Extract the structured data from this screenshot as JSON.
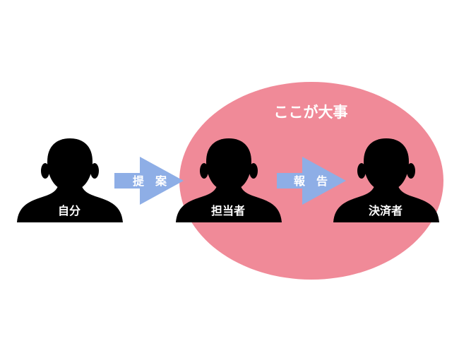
{
  "highlight": {
    "label": "ここが大事",
    "color": "#f08a98"
  },
  "people": [
    {
      "id": "self",
      "label": "自分"
    },
    {
      "id": "person-in-charge",
      "label": "担当者"
    },
    {
      "id": "approver",
      "label": "決済者"
    }
  ],
  "arrows": [
    {
      "id": "proposal",
      "label": "提　案"
    },
    {
      "id": "report",
      "label": "報　告"
    }
  ],
  "colors": {
    "silhouette": "#000000",
    "arrow": "#8eaee6",
    "text": "#ffffff"
  }
}
